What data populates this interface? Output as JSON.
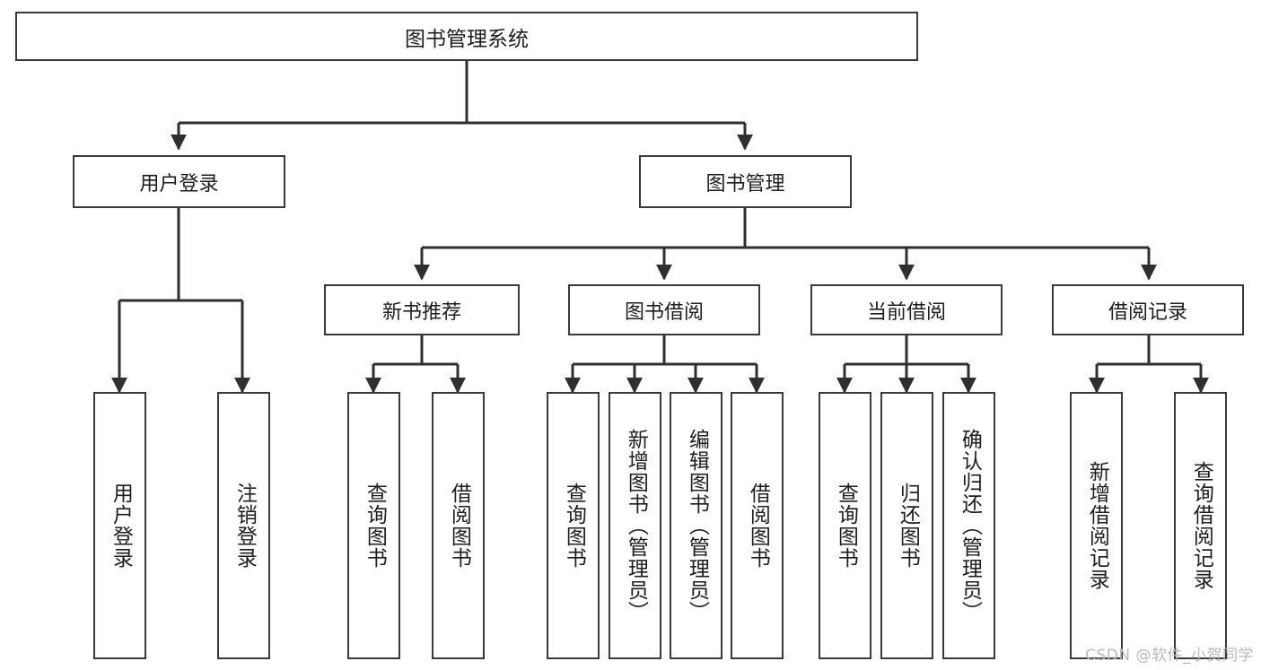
{
  "diagram": {
    "type": "tree",
    "title": "图书管理系统",
    "root": {
      "label": "图书管理系统"
    },
    "level2": [
      {
        "label": "用户登录"
      },
      {
        "label": "图书管理"
      }
    ],
    "level3": [
      {
        "label": "新书推荐"
      },
      {
        "label": "图书借阅"
      },
      {
        "label": "当前借阅"
      },
      {
        "label": "借阅记录"
      }
    ],
    "leaves": [
      {
        "label": "用户登录",
        "parent": "用户登录"
      },
      {
        "label": "注销登录",
        "parent": "用户登录"
      },
      {
        "label": "查询图书",
        "parent": "新书推荐"
      },
      {
        "label": "借阅图书",
        "parent": "新书推荐"
      },
      {
        "label": "查询图书",
        "parent": "图书借阅"
      },
      {
        "label": "新增图书（管理员）",
        "parent": "图书借阅"
      },
      {
        "label": "编辑图书（管理员）",
        "parent": "图书借阅"
      },
      {
        "label": "借阅图书",
        "parent": "图书借阅"
      },
      {
        "label": "查询图书",
        "parent": "当前借阅"
      },
      {
        "label": "归还图书",
        "parent": "当前借阅"
      },
      {
        "label": "确认归还（管理员）",
        "parent": "当前借阅"
      },
      {
        "label": "新增借阅记录",
        "parent": "借阅记录"
      },
      {
        "label": "查询借阅记录",
        "parent": "借阅记录"
      }
    ]
  },
  "watermark": {
    "text": "CSDN @软件_小贺同学"
  },
  "colors": {
    "stroke": "#3a3a3a",
    "fill": "#ffffff",
    "text": "#1d1d1d",
    "watermark": "#b9b9b9"
  }
}
